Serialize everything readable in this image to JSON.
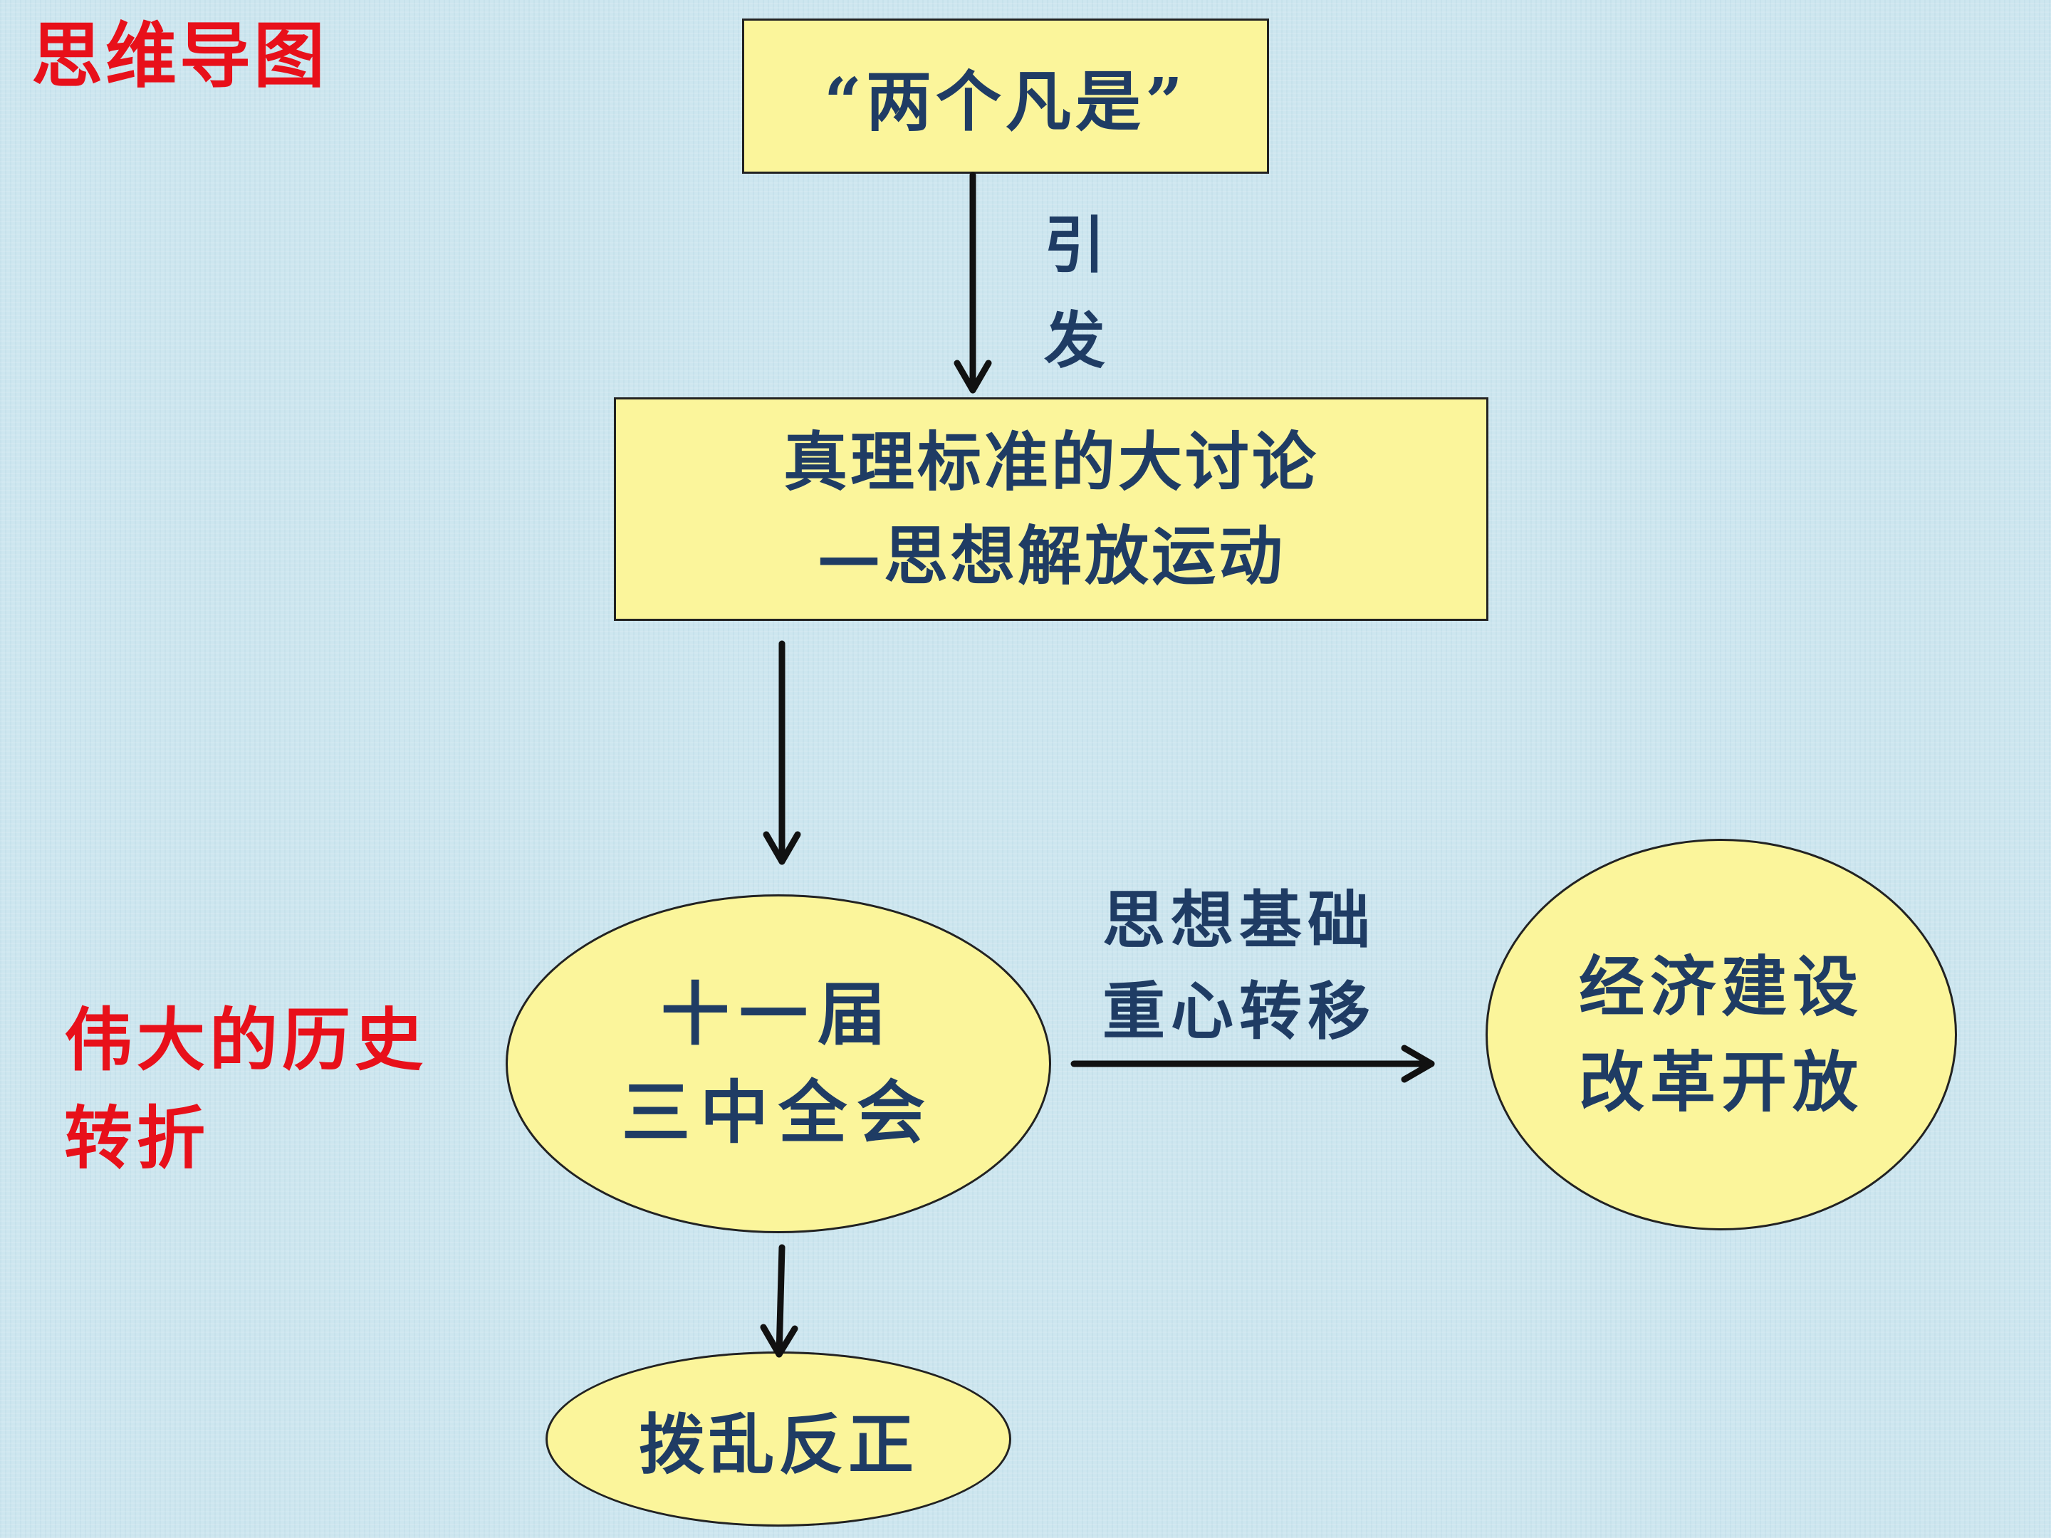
{
  "title": "思维导图",
  "side_note": {
    "lines": [
      "伟大的历史",
      "转折"
    ]
  },
  "nodes": {
    "two_whatevers": "“两个凡是”",
    "truth_debate": {
      "lines": [
        "真理标准的大讨论",
        "—思想解放运动"
      ]
    },
    "third_plenum": {
      "lines": [
        "十一届",
        "三中全会"
      ]
    },
    "reform": {
      "lines": [
        "经济建设",
        "改革开放"
      ]
    },
    "set_right": "拨乱反正"
  },
  "edge_labels": {
    "triggered": [
      "引",
      "发"
    ],
    "basis": [
      "思想基础",
      "重心转移"
    ]
  },
  "colors": {
    "background": "#cde6ef",
    "node_fill": "#fbf59b",
    "node_text": "#1f3c64",
    "red_text": "#e8101a",
    "arrow": "#111111"
  }
}
